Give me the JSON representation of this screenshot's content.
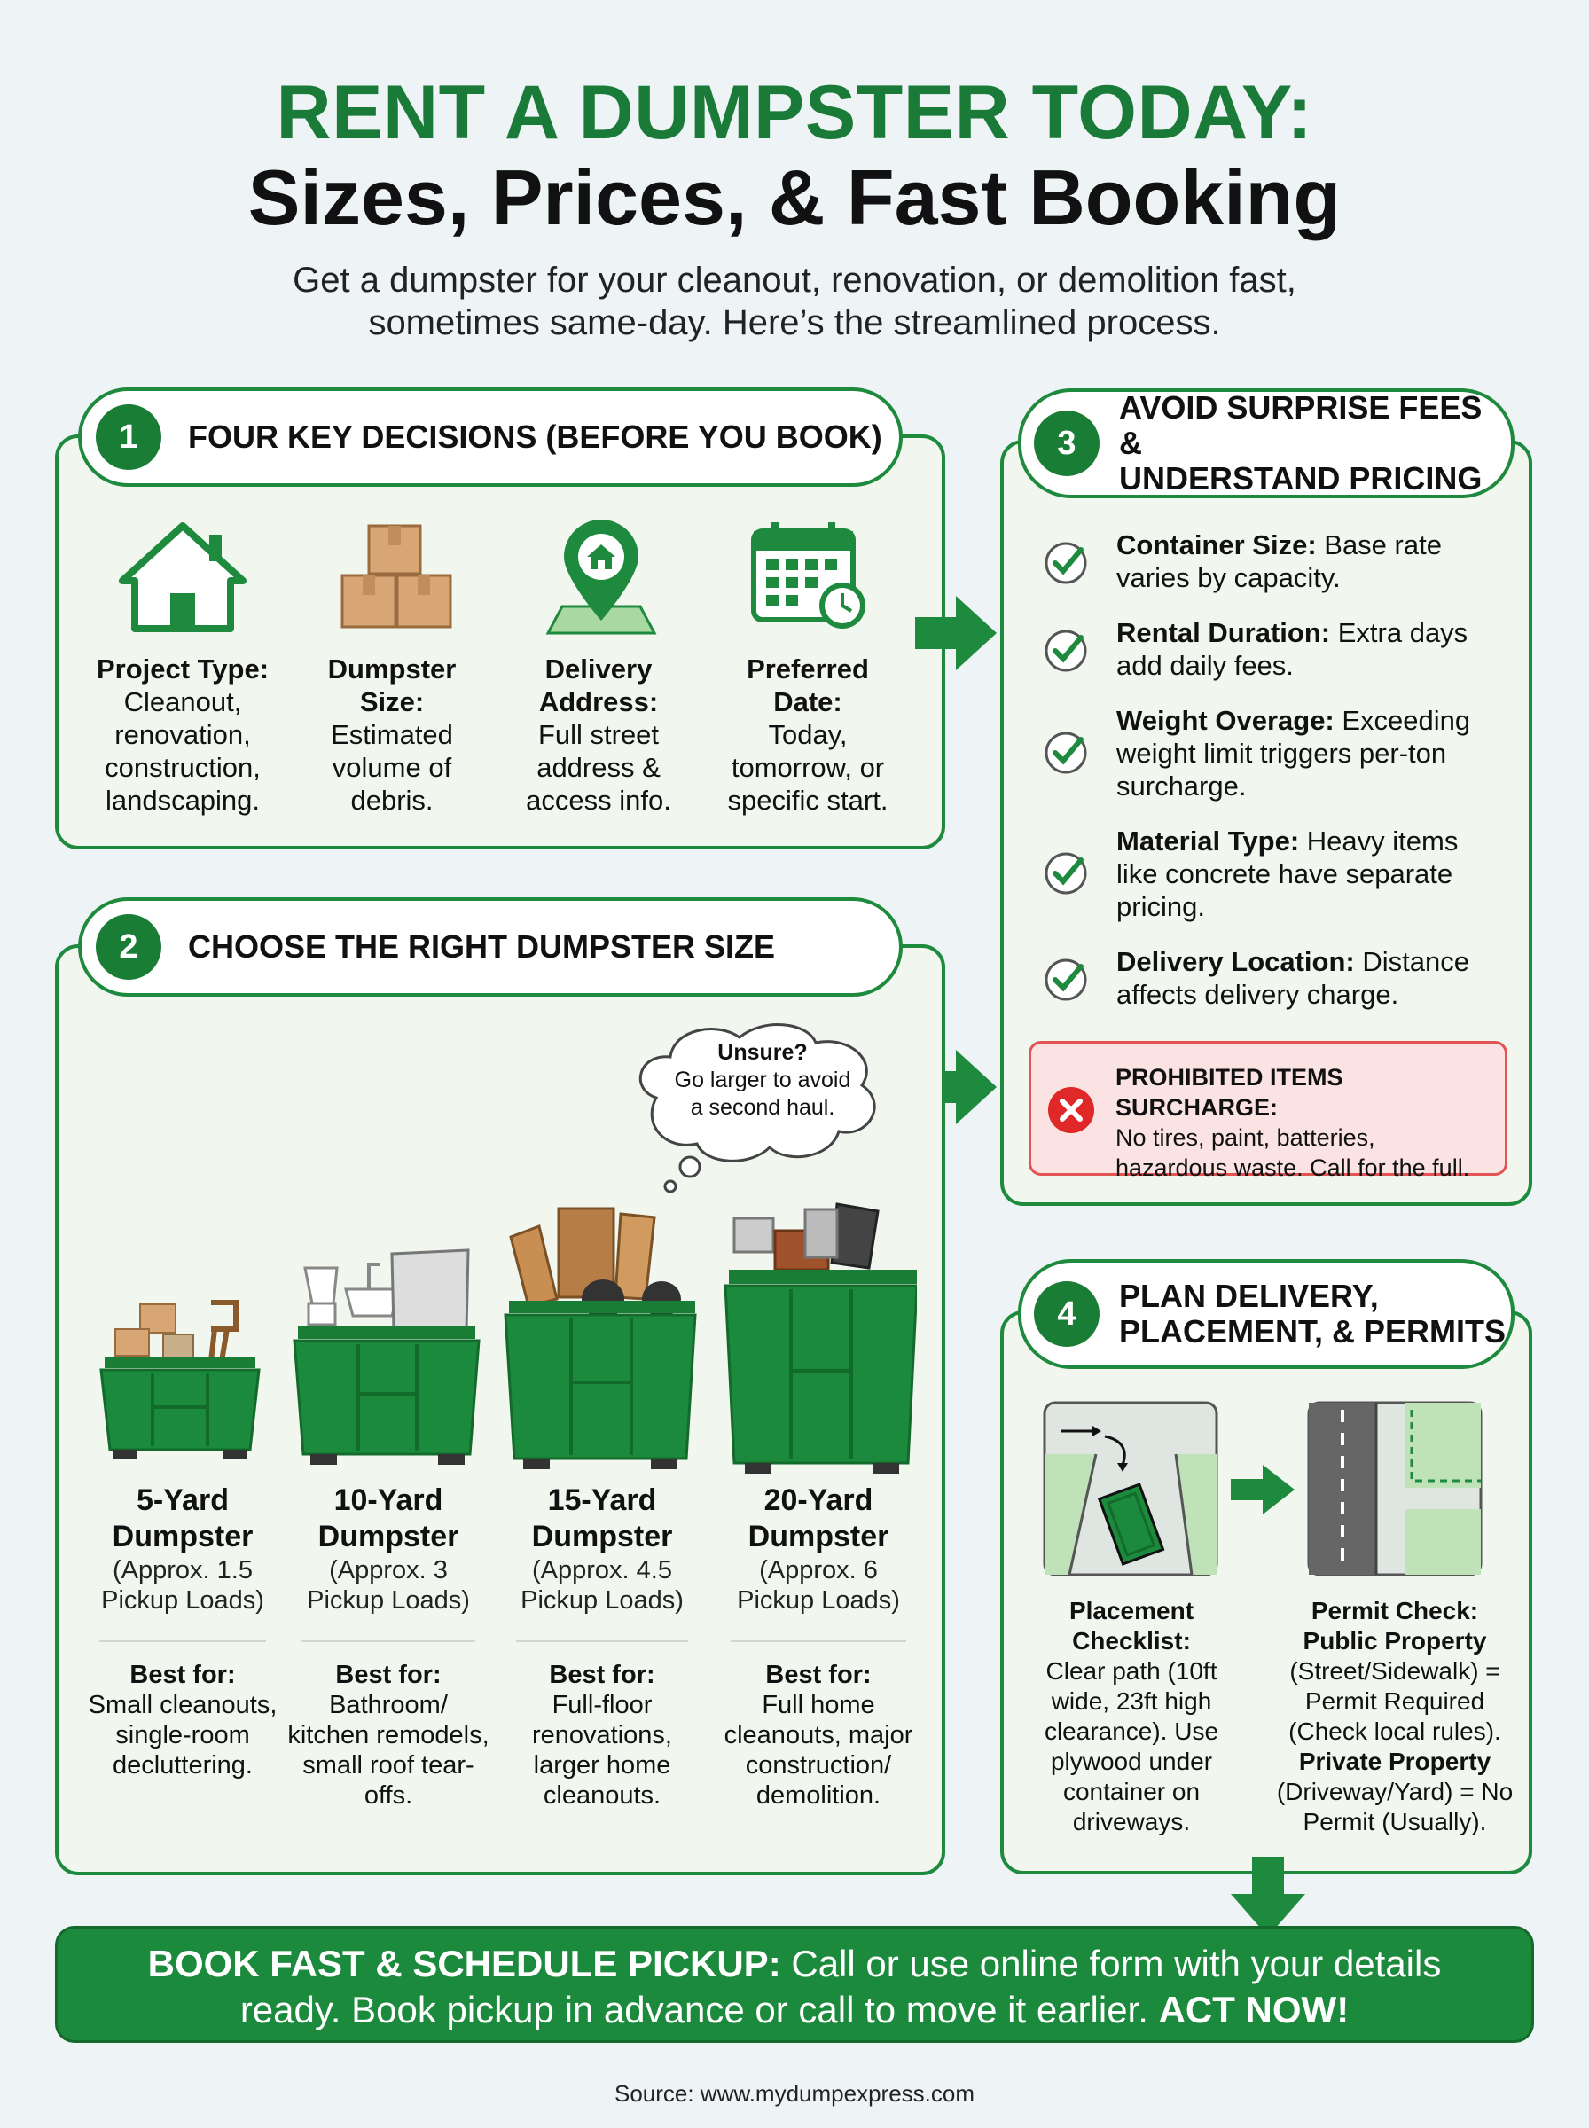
{
  "header": {
    "title_line1": "RENT A DUMPSTER TODAY:",
    "title_line2": "Sizes, Prices, & Fast Booking",
    "subtitle_line1": "Get a dumpster for your cleanout, renovation, or demolition fast,",
    "subtitle_line2": "sometimes same-day. Here’s the streamlined process."
  },
  "section1": {
    "number": "1",
    "title": "FOUR KEY DECISIONS (BEFORE YOU BOOK)",
    "items": [
      {
        "icon": "house-icon",
        "label_line1": "Project Type:",
        "label_line2": "",
        "text": "Cleanout, renovation, construction, landscaping."
      },
      {
        "icon": "boxes-icon",
        "label_line1": "Dumpster",
        "label_line2": "Size:",
        "text": "Estimated volume of debris."
      },
      {
        "icon": "location-pin-icon",
        "label_line1": "Delivery",
        "label_line2": "Address:",
        "text": "Full street address & access info."
      },
      {
        "icon": "calendar-icon",
        "label_line1": "Preferred",
        "label_line2": "Date:",
        "text": "Today, tomorrow, or specific start."
      }
    ]
  },
  "section2": {
    "number": "2",
    "title": "CHOOSE THE RIGHT DUMPSTER SIZE",
    "bubble": {
      "line1": "Unsure?",
      "line2": "Go larger to avoid",
      "line3": "a second haul."
    },
    "dumpsters": [
      {
        "name_line1": "5-Yard",
        "name_line2": "Dumpster",
        "approx_line1": "(Approx. 1.5",
        "approx_line2": "Pickup Loads)",
        "best_label": "Best for:",
        "best_text": "Small cleanouts, single-room decluttering."
      },
      {
        "name_line1": "10-Yard",
        "name_line2": "Dumpster",
        "approx_line1": "(Approx. 3",
        "approx_line2": "Pickup Loads)",
        "best_label": "Best for:",
        "best_text": "Bathroom/ kitchen remodels, small roof tear-offs."
      },
      {
        "name_line1": "15-Yard",
        "name_line2": "Dumpster",
        "approx_line1": "(Approx. 4.5",
        "approx_line2": "Pickup Loads)",
        "best_label": "Best for:",
        "best_text": "Full-floor renovations, larger home cleanouts."
      },
      {
        "name_line1": "20-Yard",
        "name_line2": "Dumpster",
        "approx_line1": "(Approx. 6",
        "approx_line2": "Pickup Loads)",
        "best_label": "Best for:",
        "best_text": "Full home cleanouts, major construction/ demolition."
      }
    ]
  },
  "section3": {
    "number": "3",
    "title_line1": "AVOID SURPRISE FEES &",
    "title_line2": "UNDERSTAND PRICING",
    "items": [
      {
        "label": "Container Size:",
        "text": " Base rate varies by capacity."
      },
      {
        "label": "Rental Duration:",
        "text": " Extra days add daily fees."
      },
      {
        "label": "Weight Overage:",
        "text": " Exceeding weight limit triggers per-ton surcharge."
      },
      {
        "label": "Material Type:",
        "text": " Heavy items like concrete have separate pricing."
      },
      {
        "label": "Delivery Location:",
        "text": " Distance affects delivery charge."
      }
    ],
    "warning": {
      "title": "PROHIBITED ITEMS SURCHARGE:",
      "line1": "No tires, paint, batteries,",
      "line2": "hazardous waste. Call for the full."
    }
  },
  "section4": {
    "number": "4",
    "title_line1": "PLAN DELIVERY,",
    "title_line2": "PLACEMENT, & PERMITS",
    "placement": {
      "title_line1": "Placement",
      "title_line2": "Checklist:",
      "text": "Clear path (10ft wide, 23ft high clearance). Use plywood under container on driveways."
    },
    "permit": {
      "title_line1": "Permit Check:",
      "public_label": "Public Property",
      "public_text": "(Street/Sidewalk) = Permit Required (Check local rules).",
      "private_label": "Private Property",
      "private_text": "(Driveway/Yard) = No Permit (Usually)."
    }
  },
  "banner": {
    "bold1": "BOOK FAST & SCHEDULE PICKUP:",
    "text1": " Call or use online form with your details",
    "text2": "ready. Book pickup in advance or call to move it earlier. ",
    "bold2": "ACT NOW!"
  },
  "source": "Source: www.mydumpexpress.com",
  "colors": {
    "green": "#1e8a3e",
    "dark_green": "#1a7a38",
    "panel_bg": "#f1f6ef",
    "warning_bg": "#fbe3e3",
    "warning_border": "#e35454"
  }
}
